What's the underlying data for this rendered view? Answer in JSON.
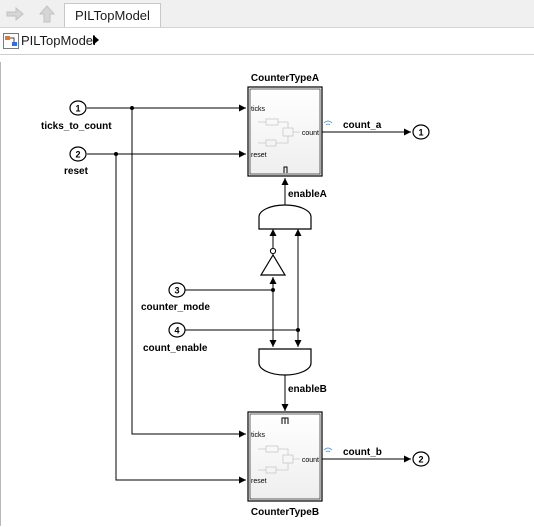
{
  "toolbar": {
    "back_icon": "arrow-right-icon",
    "up_icon": "arrow-up-icon",
    "tab_label": "PILTopModel"
  },
  "breadcrumb": {
    "model_icon": "simulink-model-icon",
    "label": "PILTopModel"
  },
  "diagram": {
    "inports": [
      {
        "num": "1",
        "name": "ticks_to_count"
      },
      {
        "num": "2",
        "name": "reset"
      },
      {
        "num": "3",
        "name": "counter_mode"
      },
      {
        "num": "4",
        "name": "count_enable"
      }
    ],
    "outports": [
      {
        "num": "1"
      },
      {
        "num": "2"
      }
    ],
    "block_a": {
      "title": "CounterTypeA",
      "in1": "ticks",
      "in2": "reset",
      "out": "count"
    },
    "block_b": {
      "title": "CounterTypeB",
      "in1": "ticks",
      "in2": "reset",
      "out": "count"
    },
    "signals": {
      "count_a": "count_a",
      "count_b": "count_b",
      "enableA": "enableA",
      "enableB": "enableB"
    }
  }
}
